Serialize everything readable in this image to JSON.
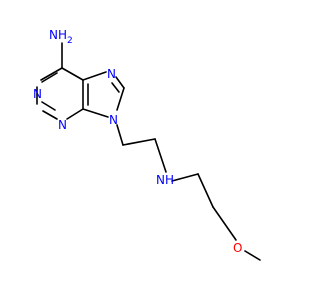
{
  "molecule": {
    "colors": {
      "bond": "#000000",
      "nitrogen": "#0000ff",
      "oxygen": "#ff0000",
      "background": "#ffffff"
    },
    "labels": {
      "amine": "NH",
      "amine_sub": "2",
      "n1": "N",
      "n3": "N",
      "n7": "N",
      "n9": "N",
      "nh": "NH",
      "o": "O"
    }
  }
}
